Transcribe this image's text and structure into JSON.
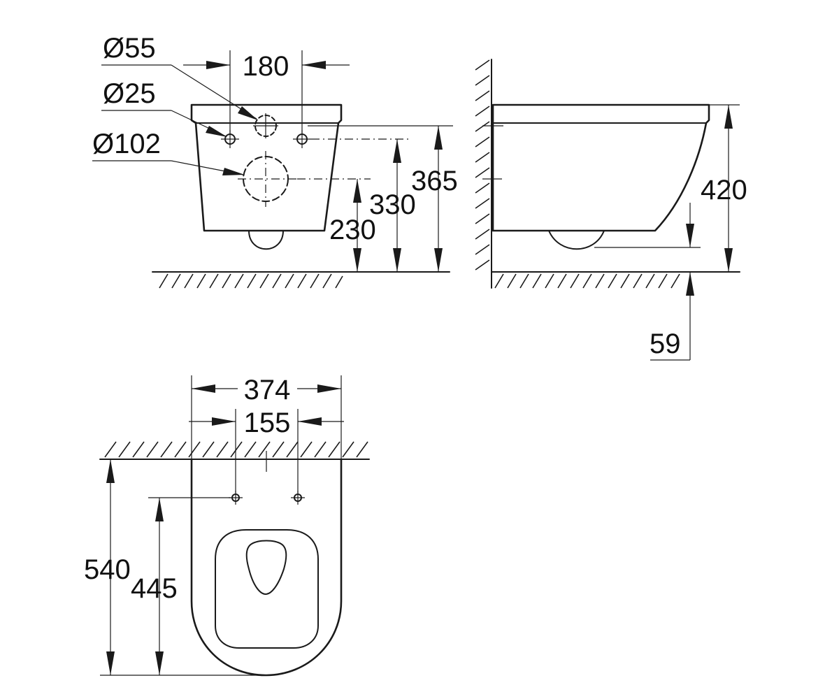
{
  "front_view": {
    "holes": [
      {
        "label": "Ø55"
      },
      {
        "label": "Ø25"
      },
      {
        "label": "Ø102"
      }
    ],
    "dims": {
      "hole_spacing": "180",
      "height_330": "330",
      "height_365": "365",
      "height_230": "230"
    }
  },
  "side_view": {
    "dims": {
      "height_420": "420",
      "outlet_59": "59"
    }
  },
  "top_view": {
    "dims": {
      "width_374": "374",
      "bolt_spacing_155": "155",
      "depth_540": "540",
      "bolt_depth_445": "445"
    }
  }
}
